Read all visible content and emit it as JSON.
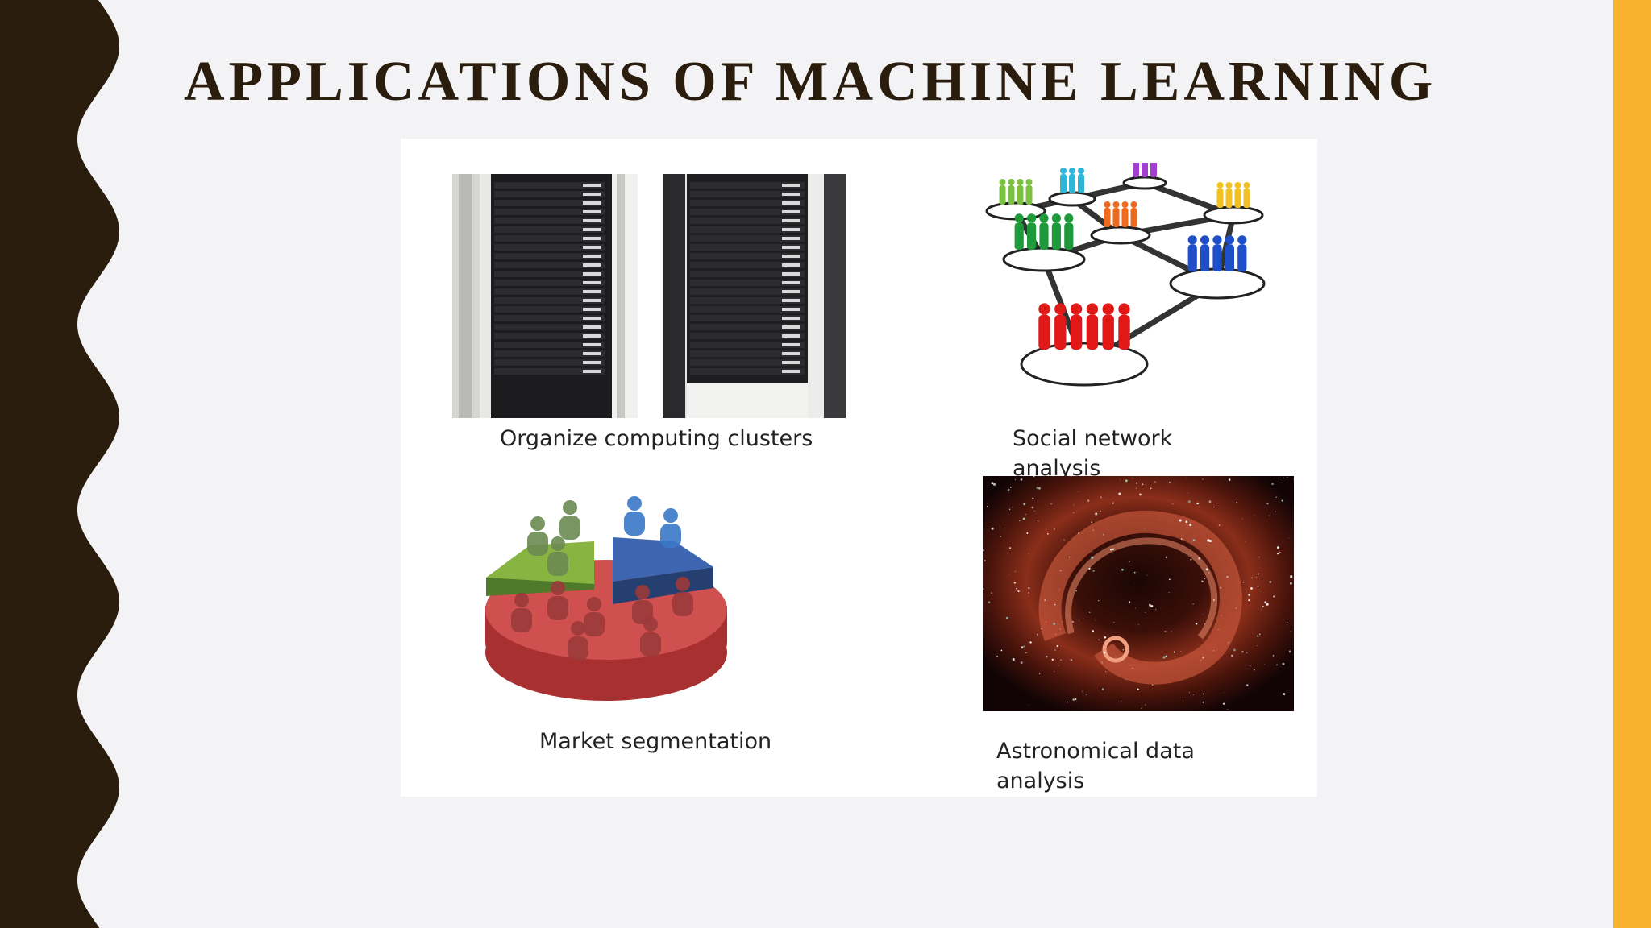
{
  "slide": {
    "title": "APPLICATIONS OF MACHINE LEARNING",
    "accent_color": "#f7b12d",
    "border_color": "#2b1d0e"
  },
  "images": [
    {
      "caption_lines": [
        "Organize computing clusters"
      ],
      "icon": "server-rack-photo"
    },
    {
      "caption_lines": [
        "Social network",
        "analysis"
      ],
      "icon": "social-network-graph"
    },
    {
      "caption_lines": [
        "Market segmentation"
      ],
      "icon": "market-segment-pie"
    },
    {
      "caption_lines": [
        "Astronomical data",
        "analysis"
      ],
      "icon": "nebula-photo"
    }
  ]
}
